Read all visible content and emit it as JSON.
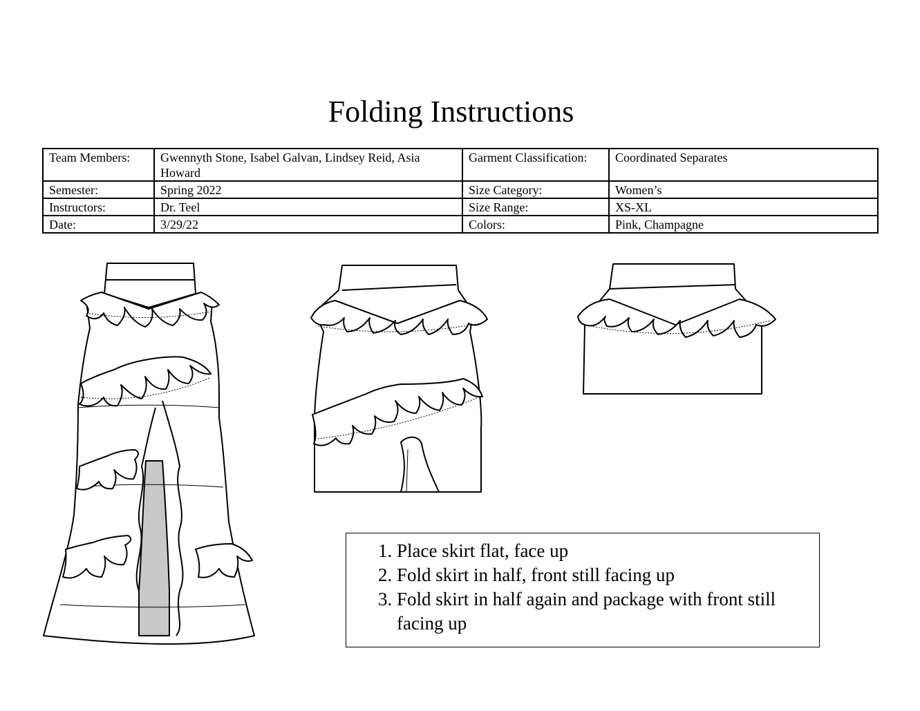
{
  "title": "Folding Instructions",
  "info_table": {
    "rows": [
      {
        "label1": "Team Members:",
        "value1": "Gwennyth Stone, Isabel Galvan, Lindsey Reid, Asia Howard",
        "label2": "Garment Classification:",
        "value2": "Coordinated Separates"
      },
      {
        "label1": "Semester:",
        "value1": "Spring 2022",
        "label2": "Size Category:",
        "value2": "Women’s"
      },
      {
        "label1": "Instructors:",
        "value1": "Dr. Teel",
        "label2": "Size Range:",
        "value2": "XS-XL"
      },
      {
        "label1": "Date:",
        "value1": "3/29/22",
        "label2": "Colors:",
        "value2": "Pink, Champagne"
      }
    ]
  },
  "steps": [
    "Place skirt flat, face up",
    "Fold skirt in half, front still facing up",
    "Fold skirt in half again and package with front still facing up"
  ]
}
